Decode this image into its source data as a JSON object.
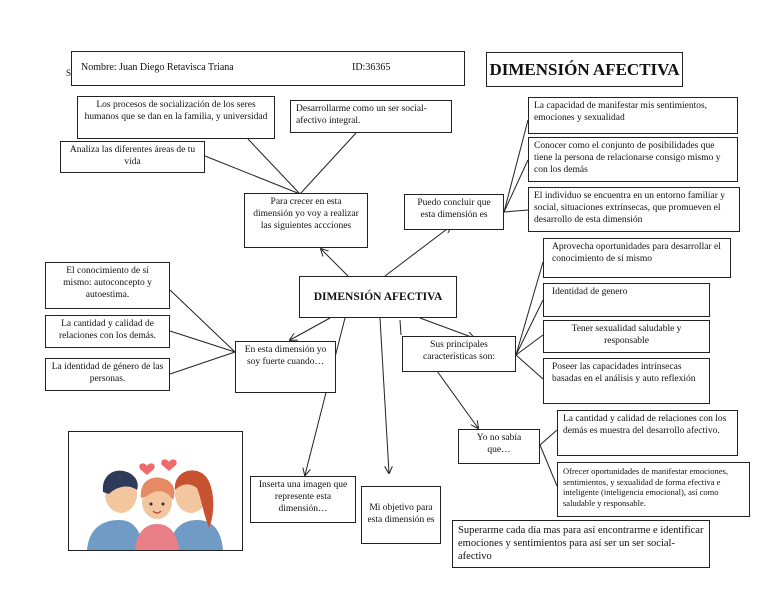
{
  "header": {
    "name": "Nombre: Juan Diego Retavisca Triana",
    "id": "ID:36365",
    "stray_mark": "S",
    "title": "DIMENSIÓN AFECTIVA"
  },
  "center": "DIMENSIÓN AFECTIVA",
  "growth": {
    "hub": "Para crecer en esta dimensión yo voy a realizar las siguientes accciones",
    "items": [
      "Los procesos de socialización de los seres humanos que se dan en la familia, y universidad",
      "Analiza las diferentes áreas de tu vida",
      "Desarrollarme como un ser social-afectivo integral."
    ]
  },
  "conclude": {
    "hub": "Puedo concluir que esta dimensión es",
    "items": [
      "La capacidad de manifestar mis sentimientos, emociones y sexualidad",
      "Conocer como el conjunto de posibilidades que tiene la persona de relacionarse consigo mismo y con los demás",
      "El individuo se encuentra en un entorno familiar y social, situaciones extrínsecas, que promueven el desarrollo de esta dimensión"
    ]
  },
  "strong": {
    "hub": "En esta dimensión yo soy fuerte cuando…",
    "items": [
      "El conocimiento de sí mismo: autoconcepto y autoestima.",
      "La cantidad y calidad de relaciones con los demás.",
      "La identidad de género de las personas."
    ]
  },
  "features": {
    "hub": "Sus principales características son:",
    "items": [
      "Aprovecha oportunidades para desarrollar el conocimiento de sí mismo",
      "Identidad de genero",
      "Tener sexualidad saludable y responsable",
      "Poseer las capacidades intrínsecas basadas en el análisis y auto reflexión"
    ]
  },
  "unknown": {
    "hub": "Yo no sabía que…",
    "items": [
      "La cantidad y calidad de relaciones con los demás es muestra del desarrollo afectivo.",
      "Ofrecer oportunidades de manifestar emociones, sentimientos, y sexualidad de forma efectiva e inteligente (inteligencia emocional), así como saludable y responsable."
    ]
  },
  "image_prompt": "Inserta una imagen que represente esta dimensión…",
  "objective": {
    "hub": "Mi objetivo para esta dimensión es",
    "text": "Superarme cada día mas para así encontrarme e identificar emociones y sentimientos para así ser un ser social-afectivo"
  },
  "colors": {
    "line": "#222222",
    "skin": "#f4c6a0",
    "hair_dark": "#2e3a59",
    "hair_red": "#c8512f",
    "hair_light": "#e58a63",
    "shirt_blue": "#6f9bc4",
    "shirt_pink": "#e97f86",
    "heart": "#ef6a6a"
  }
}
